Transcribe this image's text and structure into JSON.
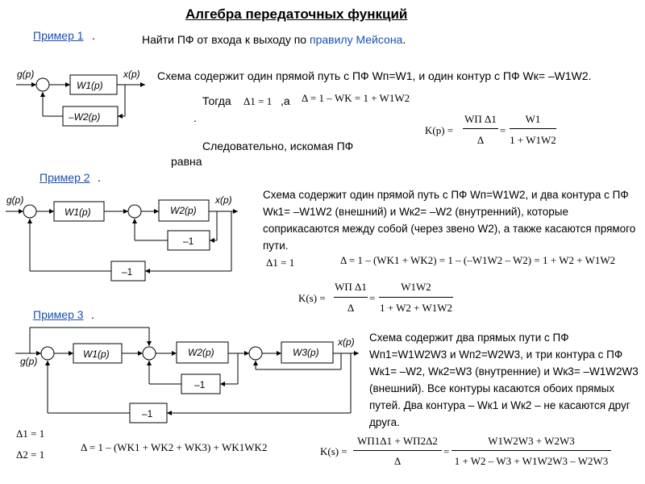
{
  "title": "Алгебра передаточных функций",
  "ex1": {
    "label": "Пример 1",
    "task_prefix": "Найти ПФ от входа к выходу по ",
    "task_link": "правилу Мейсона",
    "task_suffix": ".",
    "desc": "Схема содержит один прямой путь с ПФ Wп=W1, и один контур с ПФ Wк= –W1W2.",
    "then": "Тогда",
    "and": ",а",
    "delta1": "Δ1 = 1",
    "delta_formula": "Δ = 1 – WK = 1 + W1W2",
    "hence": "Следовательно, искомая ПФ",
    "equals": "равна",
    "k_formula_lhs": "K(p) =",
    "k_formula_num1": "WП Δ1",
    "k_formula_den1": "Δ",
    "k_formula_num2": "W1",
    "k_formula_den2": "1 + W1W2",
    "diagram": {
      "input": "g(p)",
      "output": "x(p)",
      "block1": "W1(p)",
      "block2": "–W2(p)"
    }
  },
  "ex2": {
    "label": "Пример 2",
    "desc": "Схема содержит один прямой путь с ПФ Wп=W1W2, и два контура с ПФ Wк1= –W1W2 (внешний) и Wк2= –W2 (внутренний), которые соприкасаются между собой (через звено W2), а также касаются прямого пути.",
    "delta1": "Δ1 = 1",
    "delta_formula": "Δ = 1 – (WK1 + WK2) = 1 – (–W1W2 – W2) = 1 + W2 + W1W2",
    "k_lhs": "K(s) =",
    "k_num1": "WП Δ1",
    "k_den1": "Δ",
    "k_num2": "W1W2",
    "k_den2": "1 + W2 + W1W2",
    "diagram": {
      "input": "g(p)",
      "output": "x(p)",
      "block1": "W1(p)",
      "block2": "W2(p)",
      "fb_inner": "–1",
      "fb_outer": "–1"
    }
  },
  "ex3": {
    "label": "Пример 3",
    "desc": "Схема содержит два прямых пути с ПФ Wп1=W1W2W3 и Wп2=W2W3, и три контура с ПФ Wк1= –W2, Wк2=W3 (внутренние) и Wк3= –W1W2W3 (внешний). Все контуры касаются обоих прямых путей. Два контура – Wк1 и Wк2 – не касаются друг друга.",
    "delta1": "Δ1 = 1",
    "delta2": "Δ2 = 1",
    "delta_formula": "Δ = 1 – (WK1 + WK2 + WK3) + WK1WK2",
    "k_lhs": "K(s) =",
    "k_num1": "WП1Δ1 + WП2Δ2",
    "k_den1": "Δ",
    "k_num2": "W1W2W3 + W2W3",
    "k_den2": "1 + W2 – W3 + W1W2W3 – W2W3",
    "diagram": {
      "input": "g(p)",
      "output": "x(p)",
      "block1": "W1(p)",
      "block2": "W2(p)",
      "block3": "W3(p)",
      "fb1": "–1",
      "fb2": "–1"
    }
  },
  "colors": {
    "link": "#1a4fb5",
    "text": "#000000",
    "background": "#ffffff"
  }
}
